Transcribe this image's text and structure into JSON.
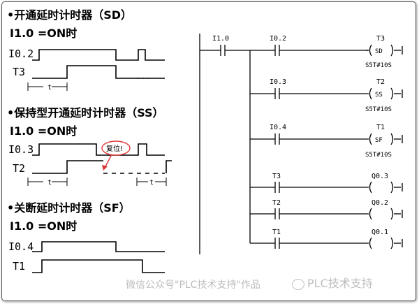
{
  "sections": [
    {
      "title": "•开通延时计时器（SD）",
      "condition": "I1.0 =ON时",
      "signal1": "I0.2",
      "signal2": "T3",
      "t_label": "t"
    },
    {
      "title": "•保持型开通延时计时器（SS）",
      "condition": "I1.0 =ON时",
      "signal1": "I0.3",
      "signal2": "T2",
      "t_label": "t",
      "reset_callout": "复位!"
    },
    {
      "title": "•关断延时计时器（SF）",
      "condition": "I1.0 =ON时",
      "signal1": "I0.4",
      "signal2": "T1"
    }
  ],
  "ladder": {
    "enable_contact": "I1.0",
    "rungs": [
      {
        "contact": "I0.2",
        "coil": "T3",
        "coil_type": "SD",
        "preset": "S5T#10S"
      },
      {
        "contact": "I0.3",
        "coil": "T2",
        "coil_type": "SS",
        "preset": "S5T#10S"
      },
      {
        "contact": "I0.4",
        "coil": "T1",
        "coil_type": "SF",
        "preset": "S5T#10S"
      },
      {
        "contact": "T3",
        "coil": "Q0.3"
      },
      {
        "contact": "T2",
        "coil": "Q0.2"
      },
      {
        "contact": "T1",
        "coil": "Q0.1"
      }
    ]
  },
  "watermark": {
    "left": "微信公众号\"PLC技术支持\"作品",
    "right": "PLC技术支持"
  }
}
